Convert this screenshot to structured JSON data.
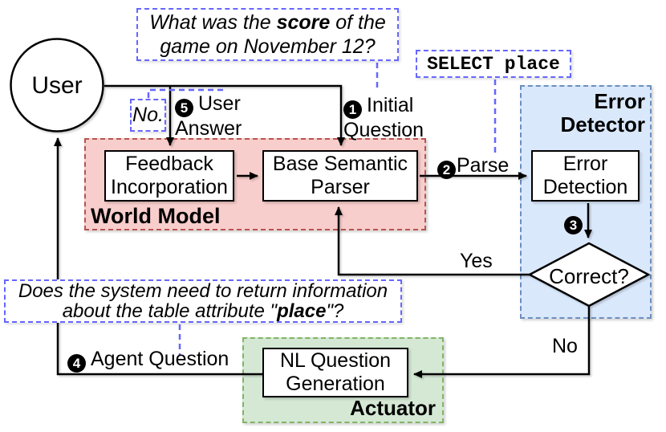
{
  "user_node": {
    "label": "User"
  },
  "regions": {
    "world_model": {
      "label": "World Model",
      "fill": "#f8cecc",
      "border": "#b85450"
    },
    "error_detector": {
      "label": "Error\nDetector",
      "fill": "#dae8fc",
      "border": "#6c8ebf"
    },
    "actuator": {
      "label": "Actuator",
      "fill": "#d5e8d4",
      "border": "#82b366"
    }
  },
  "nodes": {
    "feedback_incorporation": "Feedback\nIncorporation",
    "base_semantic_parser": "Base Semantic\nParser",
    "error_detection": "Error\nDetection",
    "nl_question_generation": "NL Question\nGeneration",
    "correct_decision": "Correct?"
  },
  "speech": {
    "initial_question": {
      "pre": "What was the ",
      "bold": "score",
      "post": " of the",
      "line2": "game on November 12?"
    },
    "sql_parse": "SELECT place",
    "user_answer": "No.",
    "agent_question": {
      "line1": "Does the system need to return information",
      "line2_pre": "about the table attribute \"",
      "line2_bold": "place",
      "line2_post": "\"?"
    }
  },
  "edge_labels": {
    "initial_question": {
      "num": "1",
      "line1": "Initial",
      "line2": "Question"
    },
    "parse": {
      "num": "2",
      "line1": "Parse"
    },
    "step3": {
      "num": "3"
    },
    "agent_question": {
      "num": "4",
      "line1": "Agent Question"
    },
    "user_answer": {
      "num": "5",
      "line1": "User",
      "line2": "Answer"
    },
    "yes": "Yes",
    "no": "No"
  },
  "colors": {
    "speech_border": "#6666ff",
    "line": "#000000"
  }
}
